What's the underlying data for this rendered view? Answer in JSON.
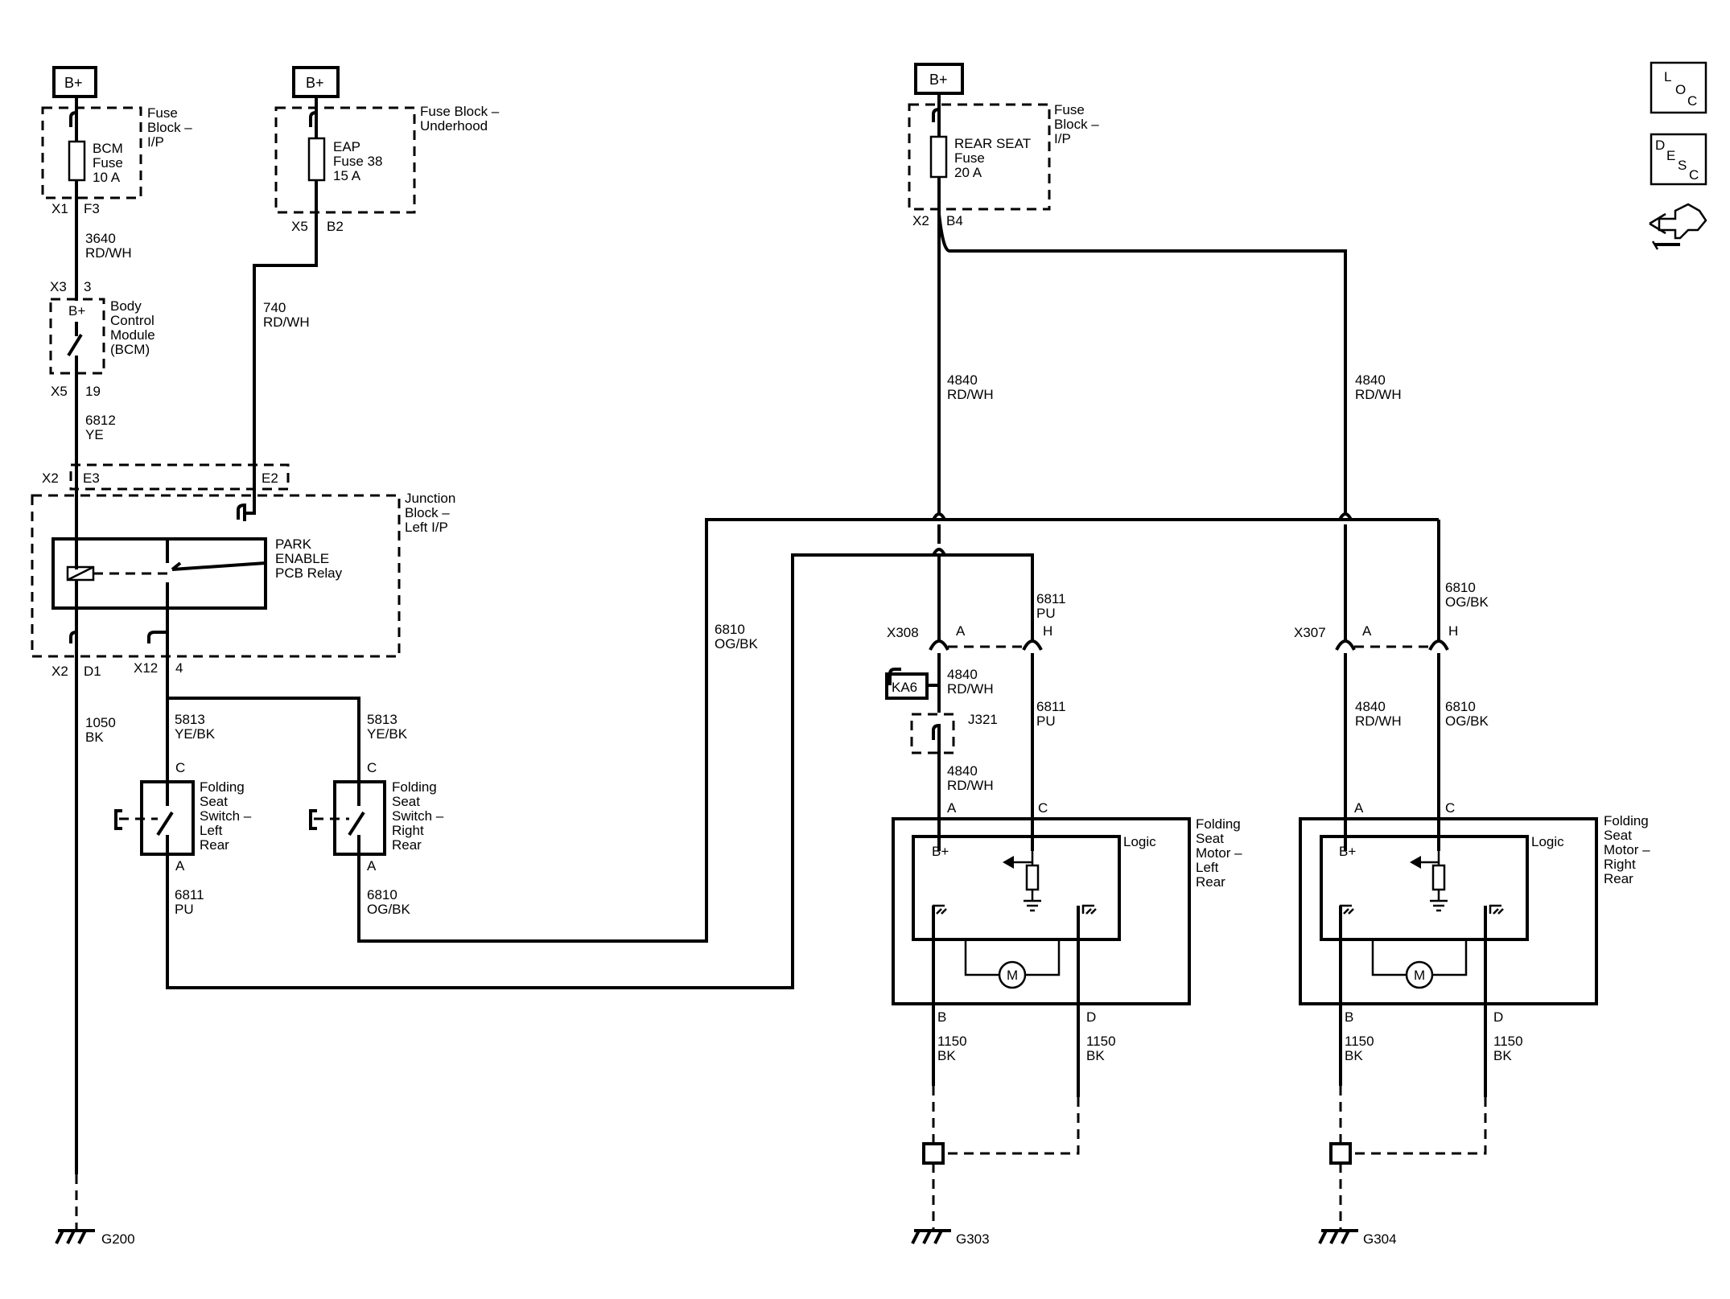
{
  "diagram": {
    "nav": {
      "loc_label": [
        "L",
        "O",
        "C"
      ],
      "desc_label": [
        "D",
        "E",
        "S",
        "C"
      ]
    },
    "power": {
      "batt_label": "B+"
    },
    "fuse_bcm": {
      "block": [
        "Fuse",
        "Block –",
        "I/P"
      ],
      "fuse": [
        "BCM",
        "Fuse",
        "10 A"
      ],
      "conn": "X1",
      "pin": "F3"
    },
    "fuse_eap": {
      "block": [
        "Fuse Block –",
        "Underhood"
      ],
      "fuse": [
        "EAP",
        "Fuse 38",
        "15 A"
      ],
      "conn": "X5",
      "pin": "B2"
    },
    "fuse_rear": {
      "block": [
        "Fuse",
        "Block –",
        "I/P"
      ],
      "fuse": [
        "REAR SEAT",
        "Fuse",
        "20 A"
      ],
      "conn": "X2",
      "pin": "B4"
    },
    "bcm": {
      "label": [
        "Body",
        "Control",
        "Module",
        "(BCM)"
      ],
      "bplus": "B+",
      "in_conn": "X3",
      "in_pin": "3",
      "out_conn": "X5",
      "out_pin": "19"
    },
    "junction": {
      "label": [
        "Junction",
        "Block –",
        "Left I/P"
      ],
      "relay": [
        "PARK",
        "ENABLE",
        "PCB Relay"
      ],
      "top_conn": "X2",
      "top_pin_left": "E3",
      "top_pin_right": "E2",
      "conn_d1": "X2",
      "pin_d1": "D1",
      "conn_4": "X12",
      "pin_4": "4"
    },
    "wires": {
      "w3640": [
        "3640",
        "RD/WH"
      ],
      "w740": [
        "740",
        "RD/WH"
      ],
      "w6812": [
        "6812",
        "YE"
      ],
      "w1050": [
        "1050",
        "BK"
      ],
      "w5813_l": [
        "5813",
        "YE/BK"
      ],
      "w5813_r": [
        "5813",
        "YE/BK"
      ],
      "w6811_sw": [
        "6811",
        "PU"
      ],
      "w6810_sw": [
        "6810",
        "OG/BK"
      ],
      "w6810_mid": [
        "6810",
        "OG/BK"
      ],
      "w4840_l": [
        "4840",
        "RD/WH"
      ],
      "w4840_r": [
        "4840",
        "RD/WH"
      ],
      "w6811_top": [
        "6811",
        "PU"
      ],
      "w6810_top": [
        "6810",
        "OG/BK"
      ],
      "w4840_ka6": [
        "4840",
        "RD/WH"
      ],
      "w6811_low": [
        "6811",
        "PU"
      ],
      "w4840_motor": [
        "4840",
        "RD/WH"
      ],
      "w4840_rlow": [
        "4840",
        "RD/WH"
      ],
      "w6810_rlow": [
        "6810",
        "OG/BK"
      ],
      "w1150_lb": [
        "1150",
        "BK"
      ],
      "w1150_ld": [
        "1150",
        "BK"
      ],
      "w1150_rb": [
        "1150",
        "BK"
      ],
      "w1150_rd": [
        "1150",
        "BK"
      ]
    },
    "switch_left": {
      "label": [
        "Folding",
        "Seat",
        "Switch –",
        "Left",
        "Rear"
      ],
      "pin_top": "C",
      "pin_bottom": "A"
    },
    "switch_right": {
      "label": [
        "Folding",
        "Seat",
        "Switch –",
        "Right",
        "Rear"
      ],
      "pin_top": "C",
      "pin_bottom": "A"
    },
    "conn_x308": {
      "name": "X308",
      "pin_a": "A",
      "pin_h": "H"
    },
    "conn_x307": {
      "name": "X307",
      "pin_a": "A",
      "pin_h": "H"
    },
    "ka6": "KA6",
    "j321": "J321",
    "motor_left": {
      "label": [
        "Folding",
        "Seat",
        "Motor –",
        "Left",
        "Rear"
      ],
      "logic": "Logic",
      "bplus": "B+",
      "motor": "M",
      "pin_a": "A",
      "pin_c": "C",
      "pin_b": "B",
      "pin_d": "D"
    },
    "motor_right": {
      "label": [
        "Folding",
        "Seat",
        "Motor –",
        "Right",
        "Rear"
      ],
      "logic": "Logic",
      "bplus": "B+",
      "motor": "M",
      "pin_a": "A",
      "pin_c": "C",
      "pin_b": "B",
      "pin_d": "D"
    },
    "grounds": {
      "g200": "G200",
      "g303": "G303",
      "g304": "G304"
    }
  }
}
